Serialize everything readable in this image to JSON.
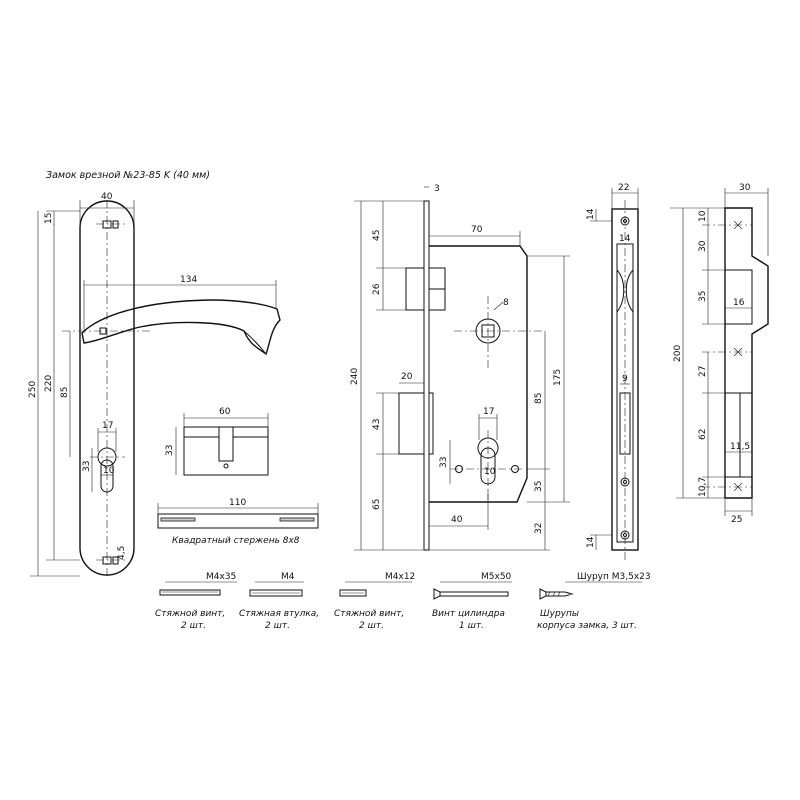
{
  "title": "Замок врезной №23-85 K (40 мм)",
  "handle": {
    "dims": {
      "width": "40",
      "top": "15",
      "total": "250",
      "hole_span": "220",
      "axis": "85",
      "lever": "134",
      "cyl_w": "17",
      "cyl_d": "10",
      "cyl_h": "33",
      "bottom": "4,5"
    }
  },
  "cylinder": {
    "length": "60",
    "height": "33"
  },
  "spindle": {
    "length": "110",
    "caption": "Квадратный стержень 8x8"
  },
  "lock_body": {
    "dims": {
      "plate": "3",
      "top_to_latch": "45",
      "latch": "26",
      "total": "240",
      "depth": "70",
      "square": "8",
      "bolt_w": "20",
      "bolt": "43",
      "bottom": "65",
      "cyl_w": "17",
      "cyl_d": "10",
      "cyl_h": "33",
      "backset": "40",
      "centers": "85",
      "height": "175",
      "low_h": "35",
      "low_b": "32"
    }
  },
  "faceplate": {
    "dims": {
      "width": "22",
      "top": "14",
      "inner": "14",
      "latch": "9",
      "bottom": "14"
    }
  },
  "strike": {
    "dims": {
      "width": "30",
      "d1": "10",
      "d2": "30",
      "d3": "35",
      "d4": "16",
      "total": "200",
      "d5": "27",
      "d6": "62",
      "d7": "11,5",
      "d8": "10,7",
      "bottom": "25"
    }
  },
  "parts": [
    {
      "spec": "M4x35",
      "name": "Стяжной винт,",
      "qty": "2 шт."
    },
    {
      "spec": "M4",
      "name": "Стяжная втулка,",
      "qty": "2 шт."
    },
    {
      "spec": "M4x12",
      "name": "Стяжной винт,",
      "qty": "2 шт."
    },
    {
      "spec": "M5x50",
      "name": "Винт цилиндра",
      "qty": "1 шт."
    },
    {
      "spec": "Шуруп M3,5x23",
      "name": "Шурупы",
      "qty": "корпуса замка, 3 шт."
    }
  ]
}
